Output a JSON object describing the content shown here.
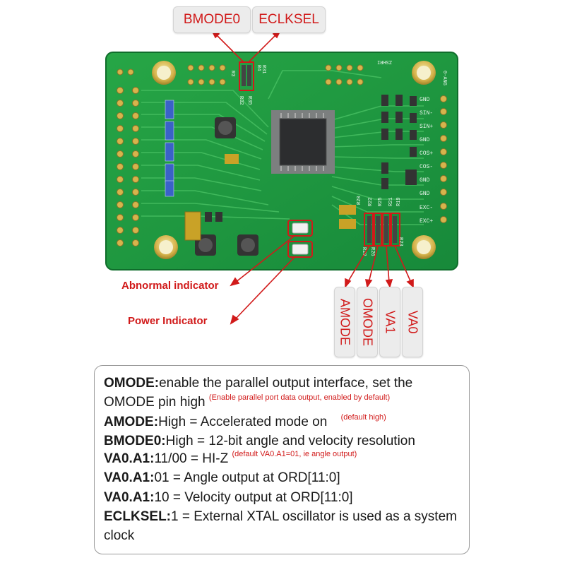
{
  "labels": {
    "bmode0": "BMODE0",
    "eclksel": "ECLKSEL",
    "abnormal": "Abnormal indicator",
    "power": "Power Indicator",
    "amode": "AMODE",
    "omode": "OMODE",
    "va1": "VA1",
    "va0": "VA0"
  },
  "board": {
    "pins_right": [
      "GND",
      "SIN-",
      "SIN+",
      "GND",
      "COS+",
      "COS-",
      "GND",
      "GND",
      "EXC-",
      "EXC+"
    ],
    "silk_top_left": "R3",
    "silk_r4": "R4",
    "silk_r31": "R31",
    "silk_r32": "R32",
    "silk_r35": "R35",
    "silk_version": "0-ANG",
    "silk_right_top": "ZSHRI",
    "silk_r20": "R20",
    "silk_r22": "R22",
    "silk_r23": "R23",
    "silk_r25": "R25",
    "silk_r26": "R26",
    "silk_r28": "R28",
    "silk_r19": "R19",
    "silk_r21": "R21"
  },
  "notes": [
    {
      "key": "OMODE:",
      "text": "enable the parallel output  interface, set the"
    },
    {
      "key": "",
      "text": "OMODE pin high",
      "small": "(Enable parallel port data output, enabled by default)"
    },
    {
      "key": "AMODE:",
      "text": "High = Accelerated mode on",
      "small": "(default high)"
    },
    {
      "key": "BMODE0:",
      "text": "High = 12-bit angle and velocity resolution"
    },
    {
      "key": "VA0.A1:",
      "text": "11/00 = HI-Z",
      "small": "(default VA0.A1=01, ie angle output)"
    },
    {
      "key": "VA0.A1:",
      "text": "01 = Angle output at ORD[11:0]"
    },
    {
      "key": "VA0.A1:",
      "text": "10 = Velocity output at ORD[11:0]"
    },
    {
      "key": "ECLKSEL:",
      "text": "1 = External XTAL oscillator is used as a system"
    },
    {
      "key": "",
      "text": "clock"
    }
  ],
  "colors": {
    "accent": "#d11a1a",
    "pcb": "#1f9a3c",
    "text": "#1a1a1a"
  }
}
